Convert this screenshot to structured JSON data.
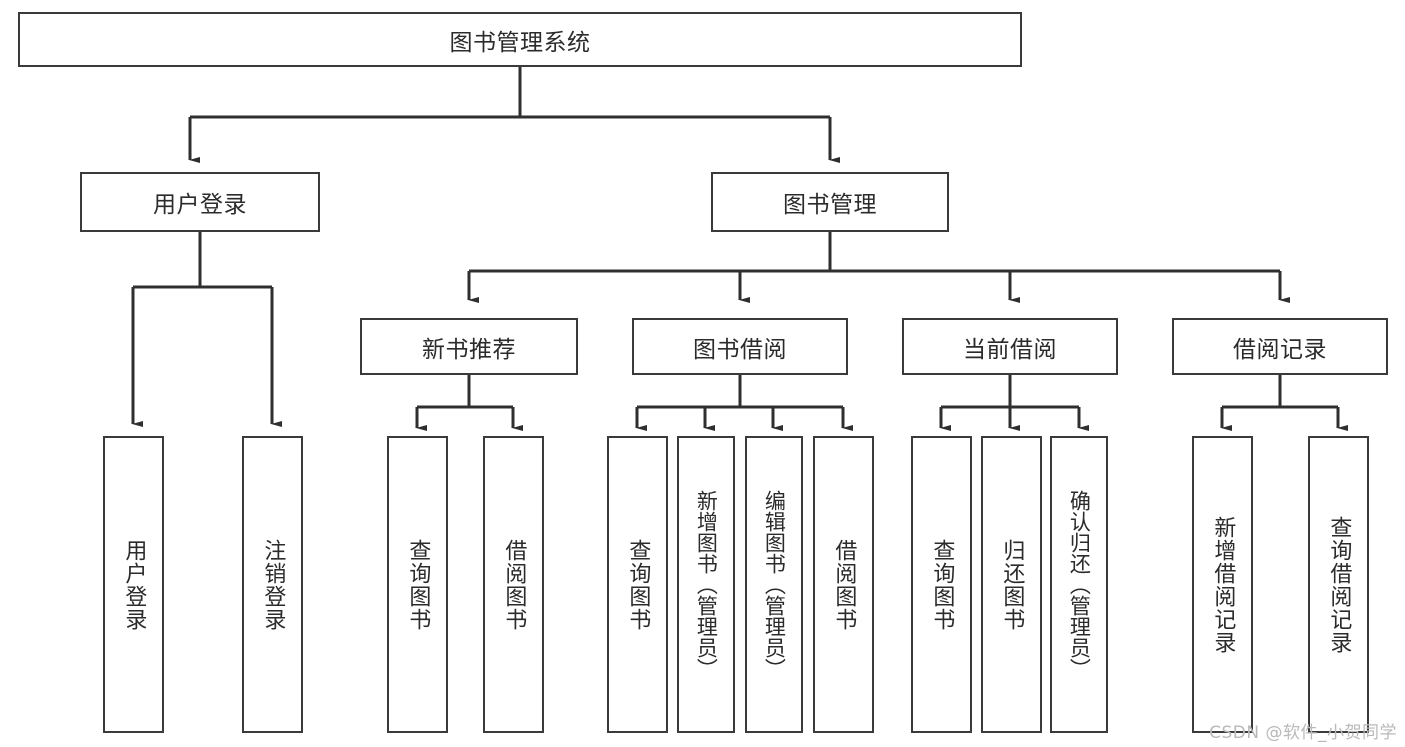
{
  "diagram": {
    "title": "图书管理系统",
    "type": "tree-hierarchy-functional-decomposition",
    "watermark": "CSDN @软件_小贺同学",
    "colors": {
      "box_border": "#3a3a3a",
      "box_fill": "#ffffff",
      "text": "#2b2b2b",
      "connector": "#2f2f2f",
      "watermark": "#b9b9b9",
      "background": "#ffffff"
    },
    "root": {
      "label": "图书管理系统"
    },
    "level2": [
      {
        "label": "用户登录"
      },
      {
        "label": "图书管理"
      }
    ],
    "level3": [
      {
        "label": "新书推荐"
      },
      {
        "label": "图书借阅"
      },
      {
        "label": "当前借阅"
      },
      {
        "label": "借阅记录"
      }
    ],
    "leaves": {
      "user_login": [
        {
          "label": "用户登录"
        },
        {
          "label": "注销登录"
        }
      ],
      "new_book_recommend": [
        {
          "label": "查询图书"
        },
        {
          "label": "借阅图书"
        }
      ],
      "book_borrow": [
        {
          "label": "查询图书"
        },
        {
          "label": "新增图书（管理员）"
        },
        {
          "label": "编辑图书（管理员）"
        },
        {
          "label": "借阅图书"
        }
      ],
      "current_borrow": [
        {
          "label": "查询图书"
        },
        {
          "label": "归还图书"
        },
        {
          "label": "确认归还（管理员）"
        }
      ],
      "borrow_record": [
        {
          "label": "新增借阅记录"
        },
        {
          "label": "查询借阅记录"
        }
      ]
    }
  }
}
